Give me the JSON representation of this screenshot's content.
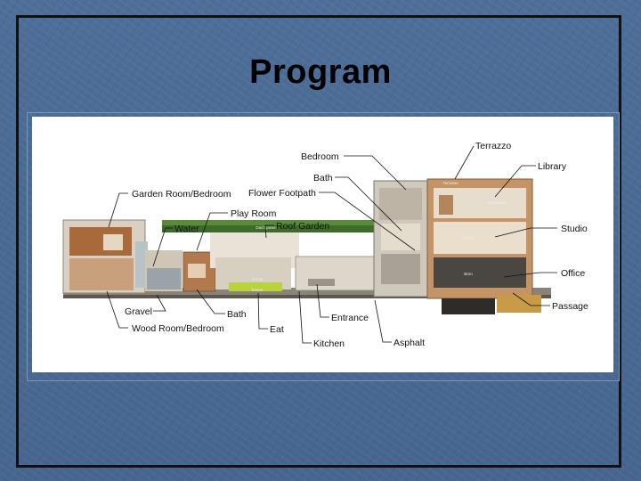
{
  "slide": {
    "title": "Program"
  },
  "callouts": {
    "bedroom": "Bedroom",
    "terrazzo": "Terrazzo",
    "bath_top": "Bath",
    "library": "Library",
    "garden_room_bedroom": "Garden Room/Bedroom",
    "flower_footpath": "Flower Footpath",
    "play_room": "Play Room",
    "roof_garden": "Roof Garden",
    "water": "Water",
    "studio": "Studio",
    "office": "Office",
    "passage": "Passage",
    "gravel": "Gravel",
    "bath_bottom": "Bath",
    "entrance": "Entrance",
    "wood_room_bedroom": "Wood Room/Bedroom",
    "eat": "Eat",
    "kitchen": "Kitchen",
    "asphalt": "Asphalt"
  },
  "model_labels": {
    "dachgarten": "Dachgarten",
    "kuche": "Küche",
    "essen": "Essen",
    "atelier": "Atelier",
    "buro": "Büro",
    "terrasse": "Terrasse",
    "bibliothek": "Bibliothek"
  },
  "colors": {
    "background": "#4a6a95",
    "frame": "#111111",
    "roof_garden": "#3e6b2c",
    "kitchen_block": "#b9d33a"
  }
}
